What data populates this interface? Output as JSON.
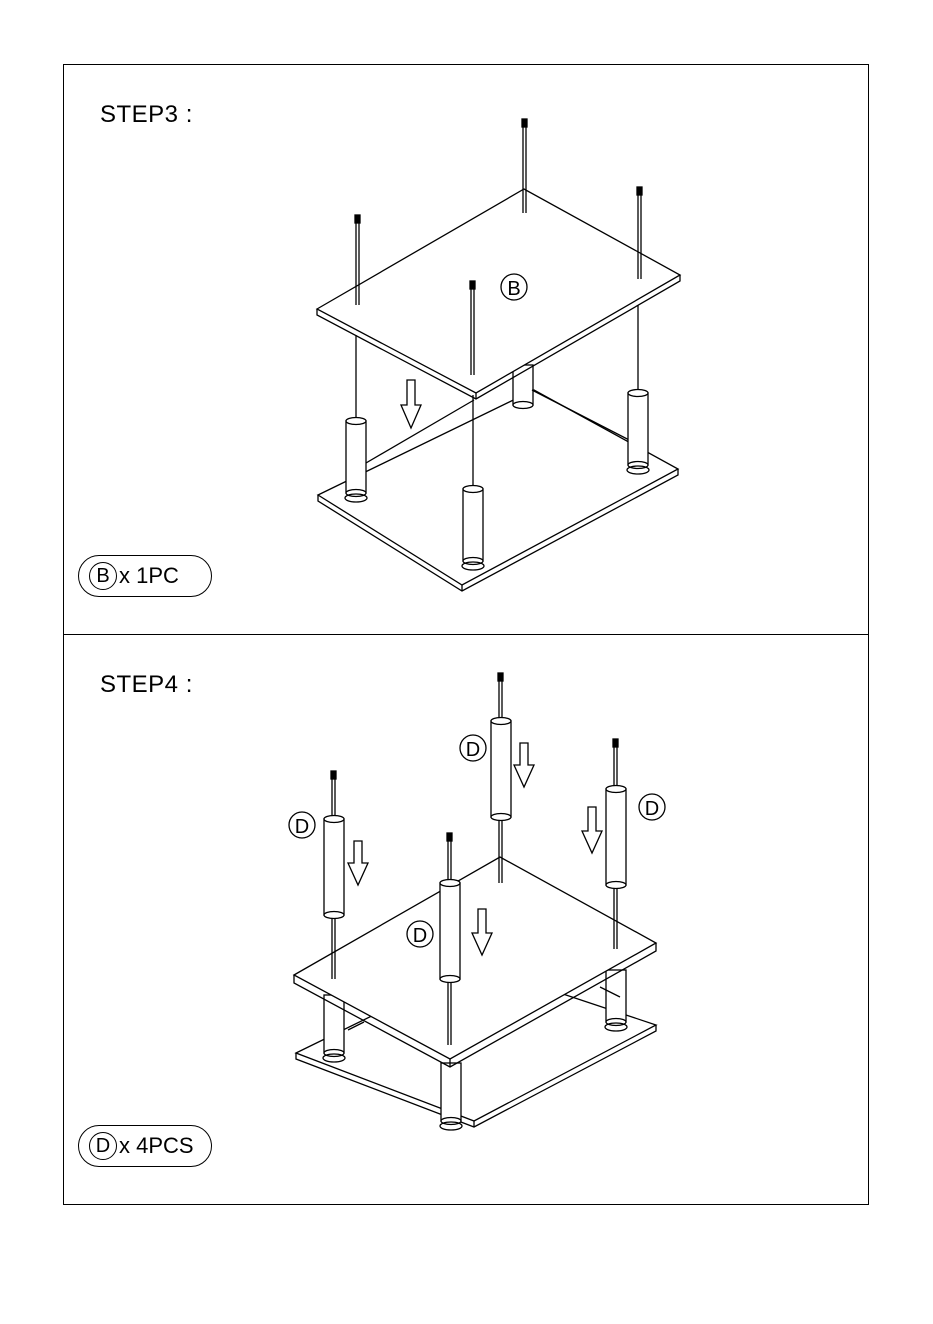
{
  "step3": {
    "title": "STEP3 :",
    "part_label": "B",
    "qty_letter": "B",
    "qty_text": "x 1PC"
  },
  "step4": {
    "title": "STEP4 :",
    "part_labels": [
      "D",
      "D",
      "D",
      "D"
    ],
    "qty_letter": "D",
    "qty_text": "x 4PCS"
  }
}
